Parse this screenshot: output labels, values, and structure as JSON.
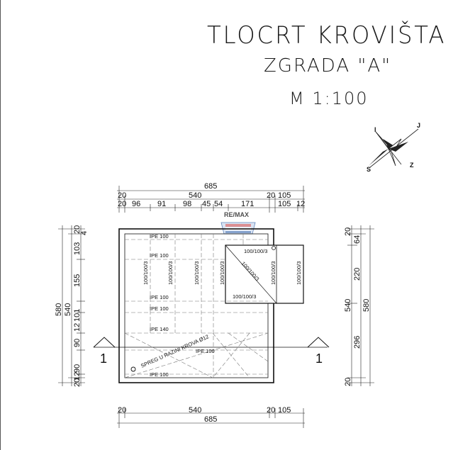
{
  "titles": {
    "main": "TLOCRT KROVIŠTA",
    "sub": "ZGRADA \"A\"",
    "scale": "M 1:100"
  },
  "watermark": {
    "text": "RE/MAX",
    "color": "#2e5fa8",
    "accent": "#d23b3b"
  },
  "compass": {
    "north": "I",
    "east": "J",
    "west": "S",
    "south": "Z"
  },
  "top_dims": {
    "overall": "685",
    "row2": [
      "20",
      "540",
      "20",
      "105"
    ],
    "row3": [
      "20",
      "96",
      "91",
      "98",
      "45",
      "54",
      "171",
      "105",
      "12"
    ]
  },
  "bottom_dims": {
    "row1": [
      "20",
      "540",
      "20",
      "105"
    ],
    "overall": "685"
  },
  "left_dims": {
    "overall": "580",
    "inner": "540",
    "segments": [
      "20",
      "103",
      "155",
      "101",
      "12",
      "90",
      "90",
      "12",
      "20"
    ],
    "extra": "4"
  },
  "right_dims": {
    "segments": [
      "20",
      "64",
      "220",
      "296",
      "20"
    ],
    "inner": "540",
    "overall": "580"
  },
  "beams": [
    "IPE 100",
    "IPE 100",
    "IPE 100",
    "IPE 100",
    "IPE 140",
    "IPE 100",
    "IPE 100"
  ],
  "rafters": [
    "100/100/3",
    "100/100/3",
    "100/100/3",
    "100/100/3",
    "100/100/3",
    "100/100/3",
    "100/100/3",
    "100/100/3",
    "100/100/3"
  ],
  "bracing": "SPREG U RAZINI KROVA Ø12",
  "section_marks": [
    "1",
    "1"
  ]
}
